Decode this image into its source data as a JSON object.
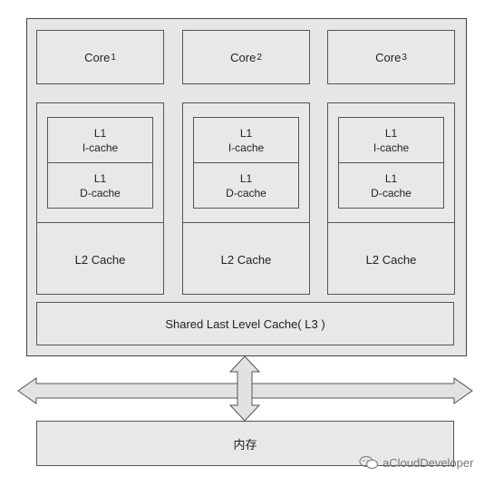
{
  "cores": [
    {
      "name": "Core",
      "index": "1"
    },
    {
      "name": "Core",
      "index": "2"
    },
    {
      "name": "Core",
      "index": "3"
    }
  ],
  "groups": [
    {
      "l1i_line1": "L1",
      "l1i_line2": "I-cache",
      "l1d_line1": "L1",
      "l1d_line2": "D-cache",
      "l2": "L2 Cache"
    },
    {
      "l1i_line1": "L1",
      "l1i_line2": "I-cache",
      "l1d_line1": "L1",
      "l1d_line2": "D-cache",
      "l2": "L2 Cache"
    },
    {
      "l1i_line1": "L1",
      "l1i_line2": "I-cache",
      "l1d_line1": "L1",
      "l1d_line2": "D-cache",
      "l2": "L2 Cache"
    }
  ],
  "l3": "Shared Last Level Cache( L3 )",
  "memory": "内存",
  "watermark": "aCloudDeveloper",
  "colors": {
    "box_fill": "#e8e8e8",
    "border": "#555555"
  }
}
